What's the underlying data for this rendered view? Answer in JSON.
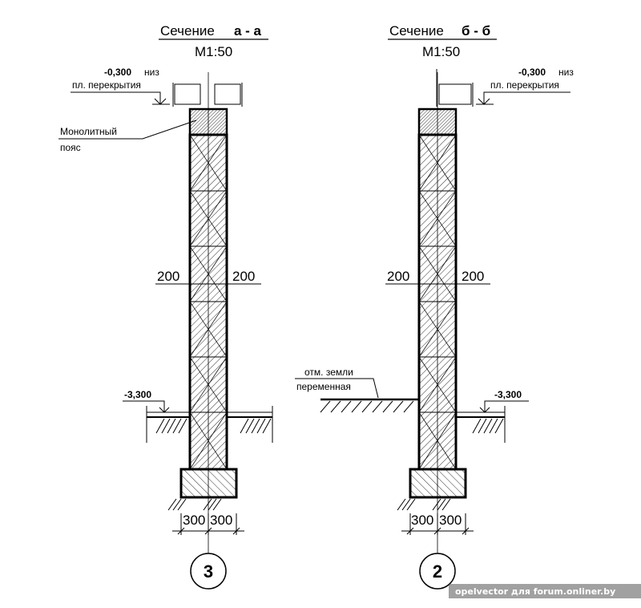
{
  "section_a": {
    "title": "Сечение",
    "letters": "а - а",
    "scale": "М1:50",
    "level_top": "-0,300",
    "level_top_suffix": "низ",
    "level_top_note": "пл. перекрытия",
    "belt_label_line1": "Монолитный",
    "belt_label_line2": "пояс",
    "dim_left": "200",
    "dim_right": "200",
    "level_ground": "-3,300",
    "footing_left": "300",
    "footing_right": "300",
    "axis": "3"
  },
  "section_b": {
    "title": "Сечение",
    "letters": "б - б",
    "scale": "М1:50",
    "level_top": "-0,300",
    "level_top_suffix": "низ",
    "level_top_note": "пл. перекрытия",
    "dim_left": "200",
    "dim_right": "200",
    "ground_note_line1": "отм. земли",
    "ground_note_line2": "переменная",
    "level_ground": "-3,300",
    "footing_left": "300",
    "footing_right": "300",
    "axis": "2"
  },
  "watermark": "opelvector для forum.onliner.by"
}
